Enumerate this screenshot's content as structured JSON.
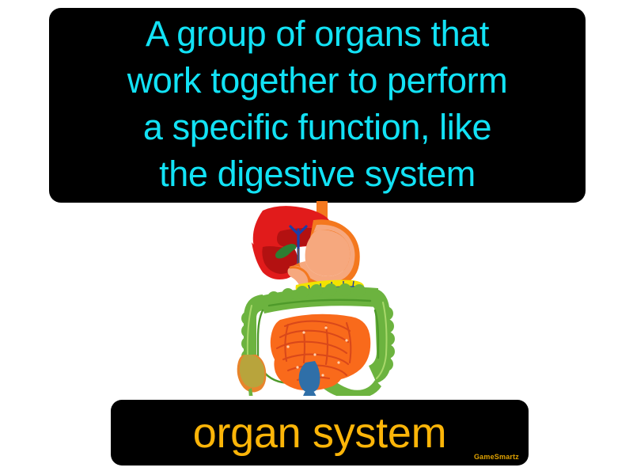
{
  "card": {
    "background_color": "#FFFFFF",
    "definition": {
      "box_color": "#000000",
      "text_color": "#12E2F5",
      "full_text": "A group of organs that work together to perform a specific function, like the digestive system",
      "lines": [
        "A group of organs that",
        "work together to perform",
        "a specific function, like",
        "the digestive system"
      ]
    },
    "term": {
      "box_color": "#000000",
      "text_color": "#FCB508",
      "label": "organ system",
      "watermark": "GameSmartz",
      "watermark_color": "#E0A200"
    },
    "illustration": {
      "name": "digestive-system-diagram",
      "alt": "Illustration of the human digestive system",
      "organs": [
        {
          "name": "esophagus",
          "color": "#F4781E"
        },
        {
          "name": "liver",
          "color": "#E11B1B"
        },
        {
          "name": "liver-lobe-shadow",
          "color": "#B31111"
        },
        {
          "name": "gallbladder",
          "color": "#2E7D32"
        },
        {
          "name": "bile-duct",
          "color": "#1B3EA8"
        },
        {
          "name": "stomach",
          "color": "#F6A87E"
        },
        {
          "name": "stomach-outline",
          "color": "#F4781E"
        },
        {
          "name": "pancreas",
          "color": "#F2E300"
        },
        {
          "name": "large-intestine",
          "color": "#6CB33F"
        },
        {
          "name": "large-intestine-shade",
          "color": "#4E9A2A"
        },
        {
          "name": "small-intestine",
          "color": "#F96A1B"
        },
        {
          "name": "small-intestine-line",
          "color": "#D9481A"
        },
        {
          "name": "cecum",
          "color": "#E8842B"
        },
        {
          "name": "appendix",
          "color": "#6CB33F"
        },
        {
          "name": "rectum",
          "color": "#2F6FA8"
        },
        {
          "name": "anus",
          "color": "#1F4FBF"
        }
      ]
    }
  }
}
